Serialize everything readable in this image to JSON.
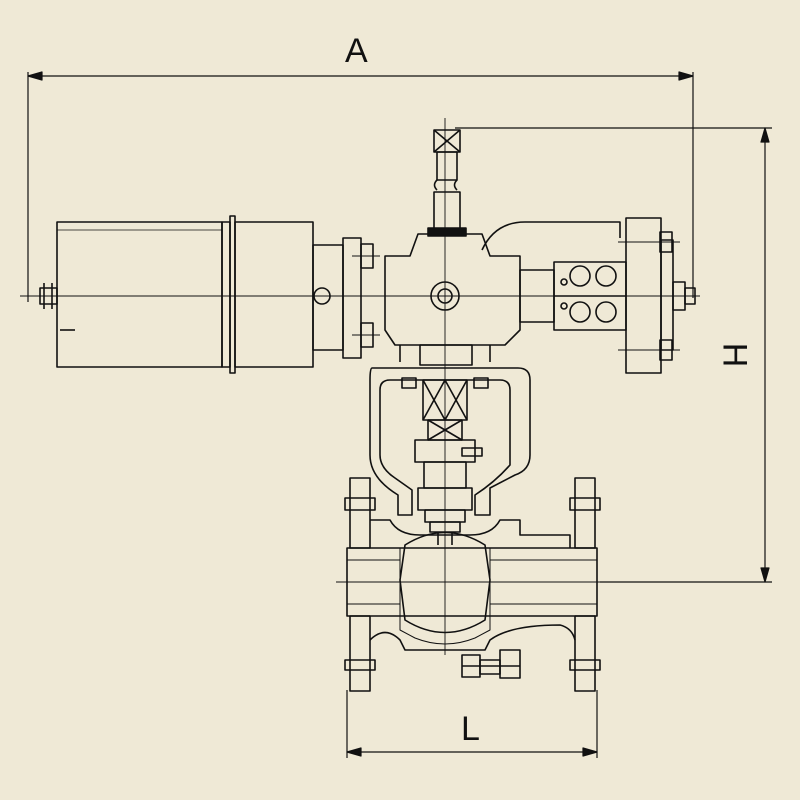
{
  "dimensions": {
    "a_label": "A",
    "h_label": "H",
    "l_label": "L"
  },
  "colors": {
    "background": "#efe9d6",
    "line": "#111111"
  }
}
